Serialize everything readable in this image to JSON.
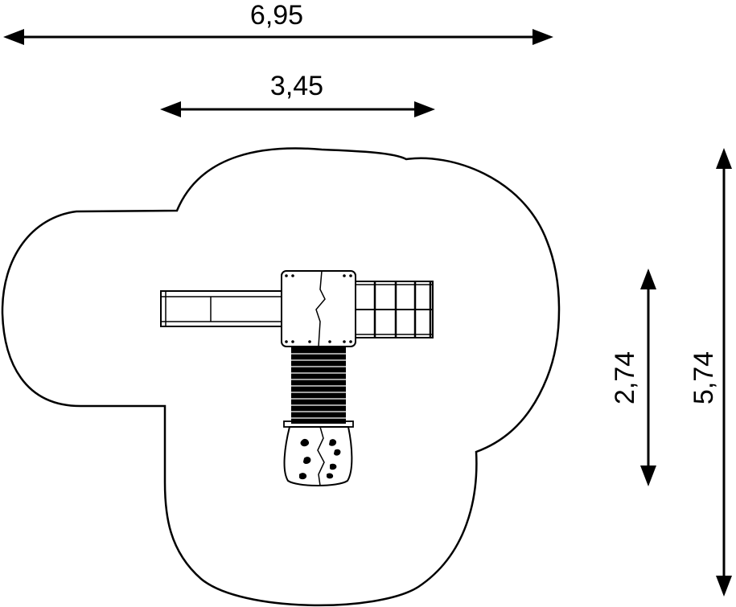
{
  "dimensions": {
    "overall_width": "6,95",
    "structure_width": "3,45",
    "structure_depth": "2,74",
    "overall_depth": "5,74"
  },
  "colors": {
    "stroke": "#000000",
    "background": "#ffffff"
  }
}
